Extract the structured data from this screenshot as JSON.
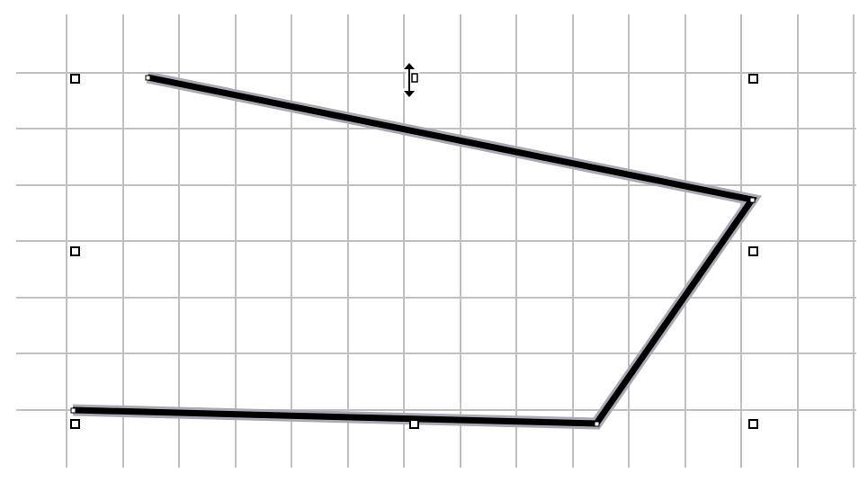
{
  "canvas": {
    "background_color": "#ffffff",
    "grid_color": "#c0c0c0",
    "grid": true
  },
  "shape": {
    "type": "freeform-polyline",
    "selected": true,
    "line_color": "#000000",
    "selection_halo_color": "#a9a9b4",
    "vertex_count": 4,
    "sizing_handle_count": 8
  },
  "cursor": {
    "icon": "resize-vertical-cursor-icon"
  }
}
